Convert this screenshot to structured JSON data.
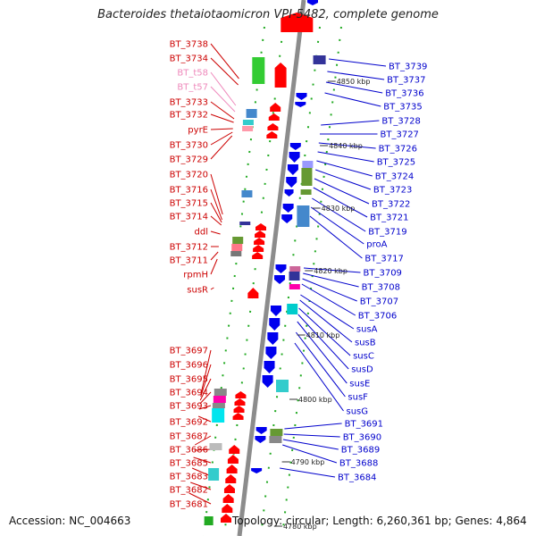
{
  "title": "Bacteroides thetaiotaomicron VPI-5482, complete genome",
  "footer": {
    "accession": "Accession: NC_004663",
    "summary": "Topology: circular; Length: 6,260,361 bp; Genes: 4,864"
  },
  "colors": {
    "forward_label": "#cc0000",
    "reverse_label": "#0000cc",
    "rna_label": "#ee88bb",
    "backbone": "#909090",
    "tick": "#009900",
    "forward_gene": "#ff0000",
    "reverse_gene": "#0000ee"
  },
  "kbp_marks": [
    "4850 kbp",
    "4840 kbp",
    "4830 kbp",
    "4820 kbp",
    "4810 kbp",
    "4800 kbp",
    "4790 kbp",
    "4780 kbp"
  ],
  "left_labels": [
    {
      "text": "BT_3738",
      "kind": "forward"
    },
    {
      "text": "BT_3734",
      "kind": "forward"
    },
    {
      "text": "BT_t58",
      "kind": "rna"
    },
    {
      "text": "BT_t57",
      "kind": "rna"
    },
    {
      "text": "BT_3733",
      "kind": "forward"
    },
    {
      "text": "BT_3732",
      "kind": "forward"
    },
    {
      "text": "pyrE",
      "kind": "forward"
    },
    {
      "text": "BT_3730",
      "kind": "forward"
    },
    {
      "text": "BT_3729",
      "kind": "forward"
    },
    {
      "text": "BT_3720",
      "kind": "forward"
    },
    {
      "text": "BT_3716",
      "kind": "forward"
    },
    {
      "text": "BT_3715",
      "kind": "forward"
    },
    {
      "text": "BT_3714",
      "kind": "forward"
    },
    {
      "text": "ddl",
      "kind": "forward"
    },
    {
      "text": "BT_3712",
      "kind": "forward"
    },
    {
      "text": "BT_3711",
      "kind": "forward"
    },
    {
      "text": "rpmH",
      "kind": "forward"
    },
    {
      "text": "susR",
      "kind": "forward"
    },
    {
      "text": "BT_3697",
      "kind": "forward"
    },
    {
      "text": "BT_3696",
      "kind": "forward"
    },
    {
      "text": "BT_3695",
      "kind": "forward"
    },
    {
      "text": "BT_3694",
      "kind": "forward"
    },
    {
      "text": "BT_3693",
      "kind": "forward"
    },
    {
      "text": "BT_3692",
      "kind": "forward"
    },
    {
      "text": "BT_3687",
      "kind": "forward"
    },
    {
      "text": "BT_3686",
      "kind": "forward"
    },
    {
      "text": "BT_3685",
      "kind": "forward"
    },
    {
      "text": "BT_3683",
      "kind": "forward"
    },
    {
      "text": "BT_3682",
      "kind": "forward"
    },
    {
      "text": "BT_3681",
      "kind": "forward"
    }
  ],
  "right_labels": [
    {
      "text": "BT_3739",
      "kind": "reverse"
    },
    {
      "text": "BT_3737",
      "kind": "reverse"
    },
    {
      "text": "BT_3736",
      "kind": "reverse"
    },
    {
      "text": "BT_3735",
      "kind": "reverse"
    },
    {
      "text": "BT_3728",
      "kind": "reverse"
    },
    {
      "text": "BT_3727",
      "kind": "reverse"
    },
    {
      "text": "BT_3726",
      "kind": "reverse"
    },
    {
      "text": "BT_3725",
      "kind": "reverse"
    },
    {
      "text": "BT_3724",
      "kind": "reverse"
    },
    {
      "text": "BT_3723",
      "kind": "reverse"
    },
    {
      "text": "BT_3722",
      "kind": "reverse"
    },
    {
      "text": "BT_3721",
      "kind": "reverse"
    },
    {
      "text": "BT_3719",
      "kind": "reverse"
    },
    {
      "text": "proA",
      "kind": "reverse"
    },
    {
      "text": "BT_3717",
      "kind": "reverse"
    },
    {
      "text": "BT_3709",
      "kind": "reverse"
    },
    {
      "text": "BT_3708",
      "kind": "reverse"
    },
    {
      "text": "BT_3707",
      "kind": "reverse"
    },
    {
      "text": "BT_3706",
      "kind": "reverse"
    },
    {
      "text": "susA",
      "kind": "reverse"
    },
    {
      "text": "susB",
      "kind": "reverse"
    },
    {
      "text": "susC",
      "kind": "reverse"
    },
    {
      "text": "susD",
      "kind": "reverse"
    },
    {
      "text": "susE",
      "kind": "reverse"
    },
    {
      "text": "susF",
      "kind": "reverse"
    },
    {
      "text": "susG",
      "kind": "reverse"
    },
    {
      "text": "BT_3691",
      "kind": "reverse"
    },
    {
      "text": "BT_3690",
      "kind": "reverse"
    },
    {
      "text": "BT_3689",
      "kind": "reverse"
    },
    {
      "text": "BT_3688",
      "kind": "reverse"
    },
    {
      "text": "BT_3684",
      "kind": "reverse"
    }
  ]
}
